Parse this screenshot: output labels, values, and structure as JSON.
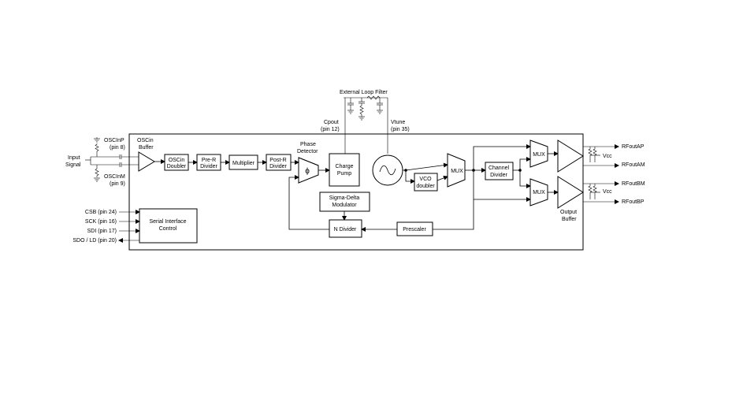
{
  "diagram": {
    "loop_filter": {
      "title": "External Loop Filter"
    },
    "osc": {
      "osc_p": "OSCInP",
      "osc_p_pin": "(pin 8)",
      "osc_m": "OSCInM",
      "osc_m_pin": "(pin 9)",
      "input_1": "Input",
      "input_2": "Signal",
      "buffer_1": "OSCin",
      "buffer_2": "Buffer"
    },
    "blocks": {
      "osc_doubler_1": "OSCin",
      "osc_doubler_2": "Doubler",
      "pre_r_1": "Pre-R",
      "pre_r_2": "Divider",
      "multiplier": "Multiplier",
      "post_r_1": "Post-R",
      "post_r_2": "Divider",
      "phase_detector_1": "Phase",
      "phase_detector_2": "Detector",
      "phase_symbol": "ϕ",
      "charge_pump_1": "Charge",
      "charge_pump_2": "Pump",
      "cpout_1": "Cpout",
      "cpout_2": "(pin 12)",
      "vtune_1": "Vtune",
      "vtune_2": "(pin 35)",
      "vco_doubler_1": "VCO",
      "vco_doubler_2": "doubler",
      "mux": "MUX",
      "channel_divider_1": "Channel",
      "channel_divider_2": "Divider",
      "sigma_delta_1": "Sigma-Delta",
      "sigma_delta_2": "Modulator",
      "n_divider": "N Divider",
      "prescaler": "Prescaler",
      "serial_1": "Serial Interface",
      "serial_2": "Control",
      "output_buffer_1": "Output",
      "output_buffer_2": "Buffer",
      "vcc": "Vcc"
    },
    "serial_pins": [
      "CSB (pin 24)",
      "SCK (pin 16)",
      "SDI (pin 17)",
      "SDO / LD (pin 20)"
    ],
    "outputs": [
      "RFoutAP",
      "RFoutAM",
      "RFoutBM",
      "RFoutBP"
    ]
  }
}
